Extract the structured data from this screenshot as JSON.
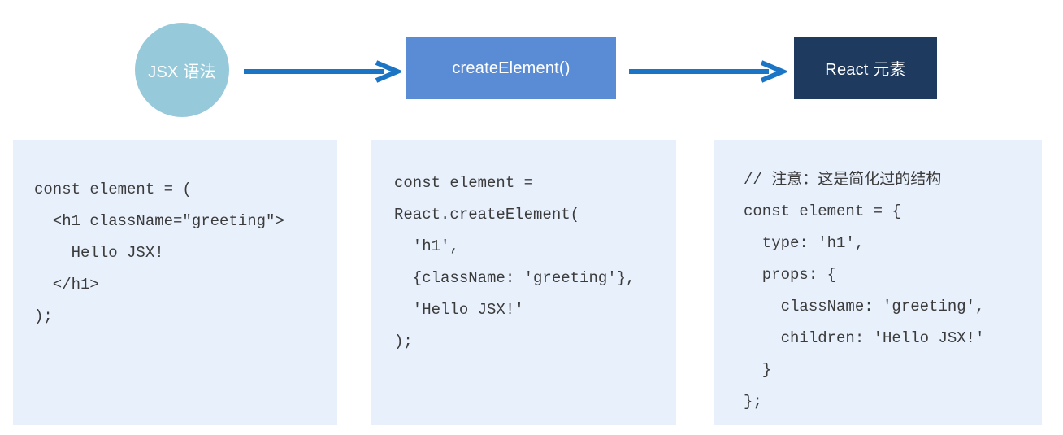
{
  "diagram": {
    "nodes": [
      {
        "id": "jsx-syntax",
        "shape": "circle",
        "label": "JSX 语法"
      },
      {
        "id": "create-element",
        "shape": "rect",
        "label": "createElement()"
      },
      {
        "id": "react-element",
        "shape": "rect",
        "label": "React 元素"
      }
    ],
    "arrows": [
      {
        "from": "jsx-syntax",
        "to": "create-element",
        "direction": "right"
      },
      {
        "from": "create-element",
        "to": "react-element",
        "direction": "right"
      }
    ]
  },
  "panels": [
    {
      "id": "jsx-code",
      "lines": [
        "const element = (",
        "  <h1 className=\"greeting\">",
        "    Hello JSX!",
        "  </h1>",
        ");"
      ]
    },
    {
      "id": "create-element-code",
      "lines": [
        "const element =",
        "React.createElement(",
        "  'h1',",
        "  {className: 'greeting'},",
        "  'Hello JSX!'",
        ");"
      ]
    },
    {
      "id": "react-element-code",
      "lines": [
        "// 注意：这是简化过的结构",
        "const element = {",
        "  type: 'h1',",
        "  props: {",
        "    className: 'greeting',",
        "    children: 'Hello JSX!'",
        "  }",
        "};"
      ]
    }
  ],
  "colors": {
    "circle_fill": "#96CADB",
    "create_element_fill": "#5A8CD5",
    "react_element_fill": "#1E3A5E",
    "arrow": "#1B74C4",
    "panel_bg": "#E8F0FC",
    "code_text": "#3B3B3B",
    "node_text": "#FFFFFF",
    "page_bg": "#FFFFFF"
  }
}
